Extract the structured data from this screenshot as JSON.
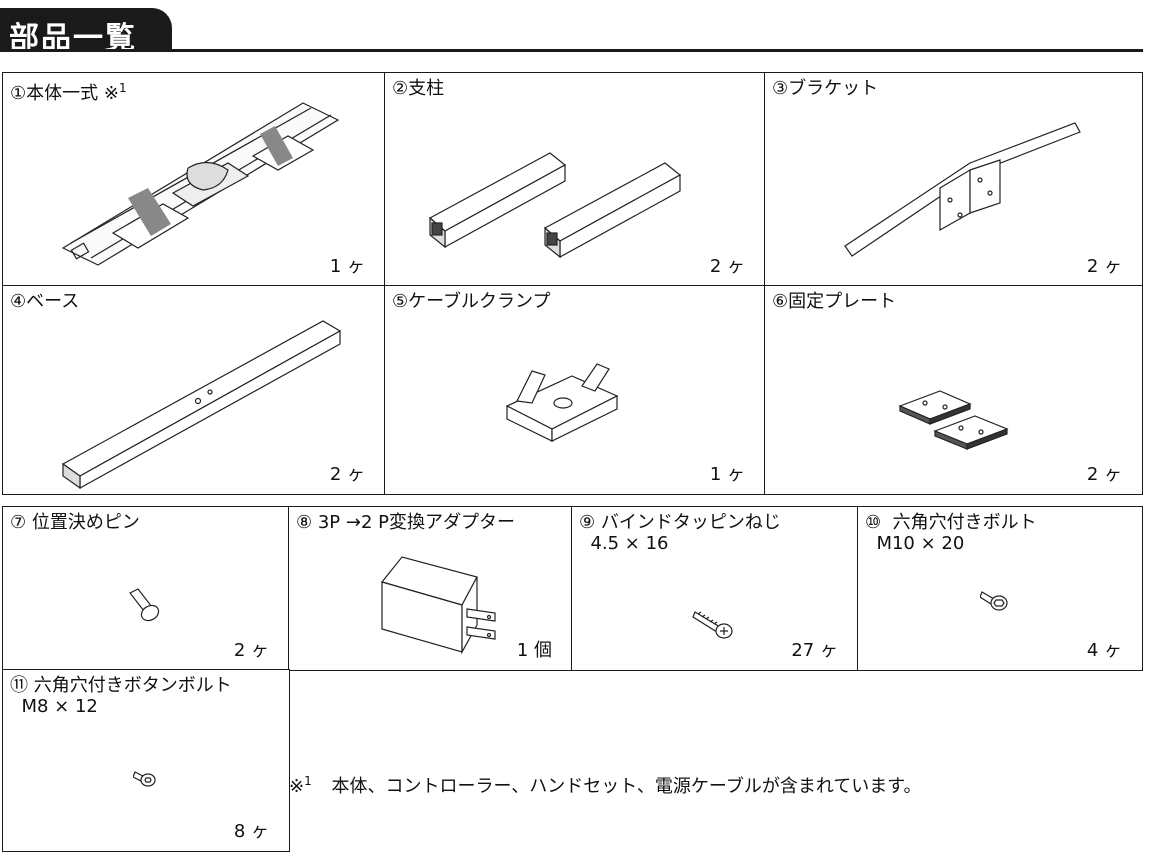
{
  "header": {
    "title": "部品一覧"
  },
  "parts": [
    {
      "label": "①本体一式 ※",
      "sup": "1",
      "qty": "1 ヶ",
      "icon": "main-body-frame-icon"
    },
    {
      "label": "②支柱",
      "qty": "2 ヶ",
      "icon": "column-pillar-icon"
    },
    {
      "label": "③ブラケット",
      "qty": "2 ヶ",
      "icon": "bracket-icon"
    },
    {
      "label": "④ベース",
      "qty": "2 ヶ",
      "icon": "base-foot-icon"
    },
    {
      "label": "⑤ケーブルクランプ",
      "qty": "1 ヶ",
      "icon": "cable-clamp-icon"
    },
    {
      "label": "⑥固定プレート",
      "qty": "2 ヶ",
      "icon": "fixing-plate-icon"
    },
    {
      "label": "⑦ 位置決めピン",
      "qty": "2 ヶ",
      "icon": "positioning-pin-icon"
    },
    {
      "label": "⑧ 3P →2 P変換アダプター",
      "qty": "1 個",
      "icon": "plug-adapter-icon"
    },
    {
      "label": "⑨ バインドタッピンねじ\n  4.5 × 16",
      "qty": "27 ヶ",
      "icon": "tapping-screw-icon"
    },
    {
      "label": "⑩  六角穴付きボルト\n  M10 × 20",
      "qty": "4 ヶ",
      "icon": "hex-socket-bolt-icon"
    },
    {
      "label": "⑪ 六角穴付きボタンボルト\n  M8 × 12",
      "qty": "8 ヶ",
      "icon": "button-head-bolt-icon"
    }
  ],
  "note": {
    "mark": "※",
    "sup": "1",
    "text": "本体、コントローラー、ハンドセット、電源ケーブルが含まれています。"
  }
}
